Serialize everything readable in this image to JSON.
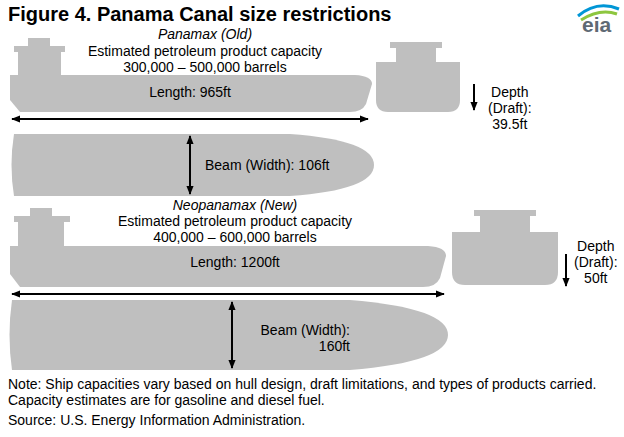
{
  "diagram": {
    "title": "Figure 4. Panama Canal size restrictions",
    "labels": [
      "eia",
      "Panamax (Old)",
      "Estimated petroleum product capacity",
      "300,000 – 500,000 barrels",
      "Length: 965ft",
      "Depth (Draft): 39.5ft",
      "Beam (Width): 106ft",
      "Neopanamax (New)",
      "Estimated petroleum product capacity",
      "400,000 – 600,000 barrels",
      "Length: 1200ft",
      "Depth (Draft): 50ft",
      "Beam (Width): 160ft",
      "Note: Ship capacities vary based on hull design, draft limitations, and types of products carried. Capacity estimates are for gasoline and diesel fuel.",
      "Source: U.S. Energy Information Administration."
    ]
  }
}
